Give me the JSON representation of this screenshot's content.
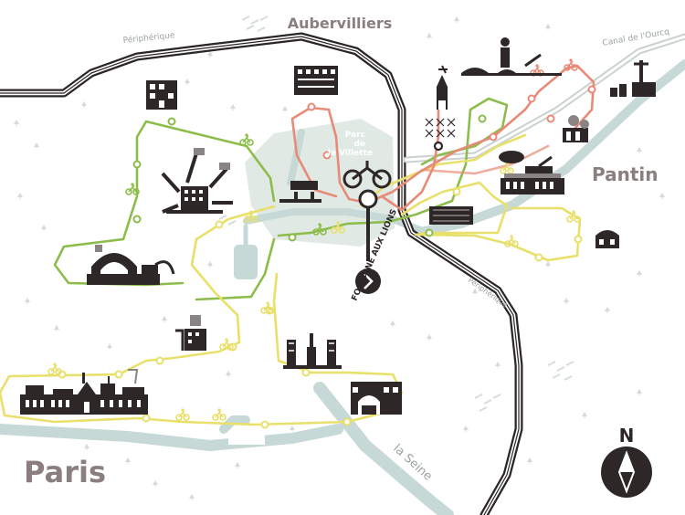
{
  "places": {
    "aubervilliers": "Aubervilliers",
    "pantin": "Pantin",
    "paris": "Paris",
    "parc_line1": "Parc",
    "parc_line2": "de",
    "parc_line3": "la Villette"
  },
  "roads": {
    "peripherique": "Périphérique",
    "canal": "Canal de l'Ourcq",
    "seine": "la Seine"
  },
  "station": {
    "name": "FONTAINE AUX LIONS"
  },
  "compass": {
    "letter": "N"
  },
  "colors": {
    "green": "#8cbd4a",
    "yellow": "#e8e06a",
    "salmon": "#e88a78",
    "water": "#c7d9d6",
    "road": "#2a2526",
    "label": "#8a7f7e",
    "icon": "#2d2728"
  }
}
